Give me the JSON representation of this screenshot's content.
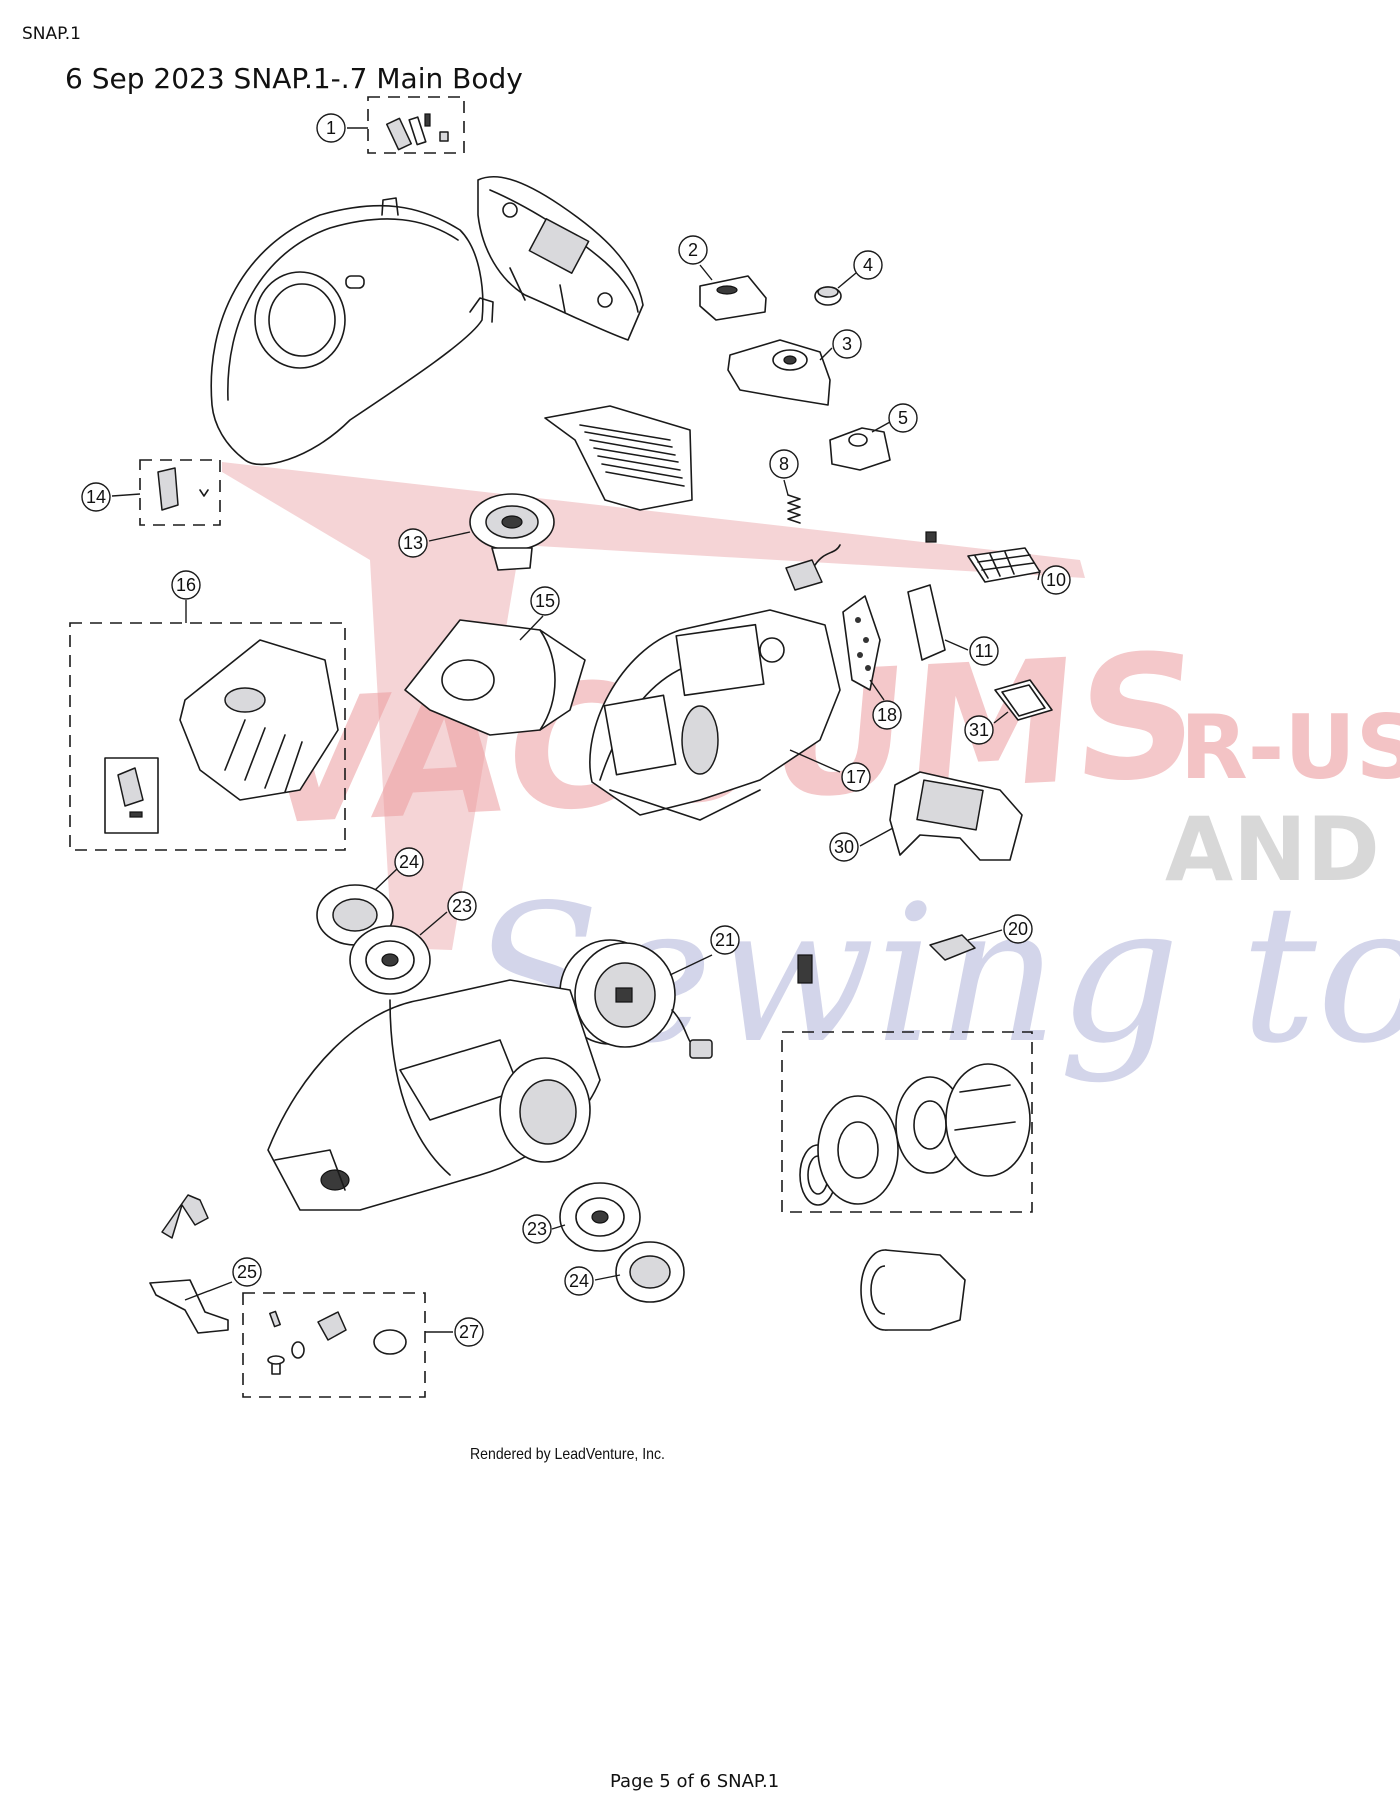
{
  "header": {
    "code": "SNAP.1",
    "title": "6 Sep 2023 SNAP.1-.7 Main Body"
  },
  "watermark": {
    "line1": "VACUUMS",
    "line2": "R-US",
    "line3": "AND",
    "line4": "Sewing too",
    "colors": {
      "red": "#e8898c",
      "blue": "#a9acd6",
      "grey": "#c8c8c8"
    }
  },
  "callouts": [
    "1",
    "2",
    "3",
    "4",
    "5",
    "8",
    "10",
    "11",
    "13",
    "14",
    "15",
    "16",
    "17",
    "18",
    "20",
    "21",
    "23",
    "24",
    "30",
    "31",
    "23",
    "24",
    "25",
    "27"
  ],
  "credit": "Rendered by LeadVenture, Inc.",
  "footer": "Page 5 of 6 SNAP.1"
}
